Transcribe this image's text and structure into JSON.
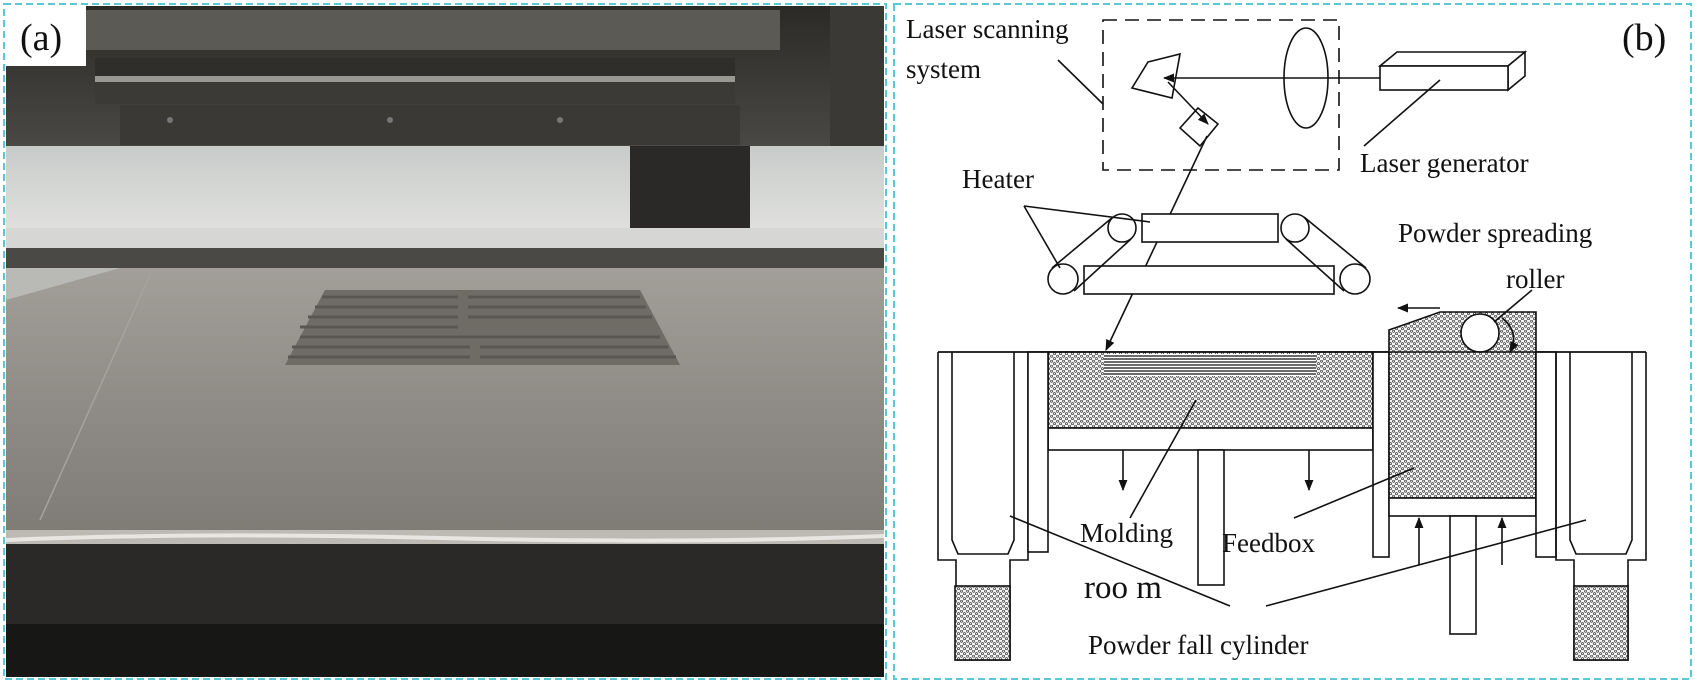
{
  "panels": {
    "a": {
      "tag": "(a)"
    },
    "b": {
      "tag": "(b)"
    }
  },
  "labels": {
    "laser_scanning": "Laser scanning",
    "system": "system",
    "laser_generator": "Laser generator",
    "heater": "Heater",
    "powder_spreading": "Powder spreading",
    "roller": "roller",
    "molding": "Molding",
    "room": "roo m",
    "feedbox": "Feedbox",
    "powder_fall_cylinder": "Powder fall cylinder"
  },
  "colors": {
    "frame_border": "#5bc8d6",
    "line": "#111111",
    "powder_fill": "#3a3a3a",
    "photo_bed": "#8e8b86",
    "photo_dark": "#1e1e1e"
  }
}
